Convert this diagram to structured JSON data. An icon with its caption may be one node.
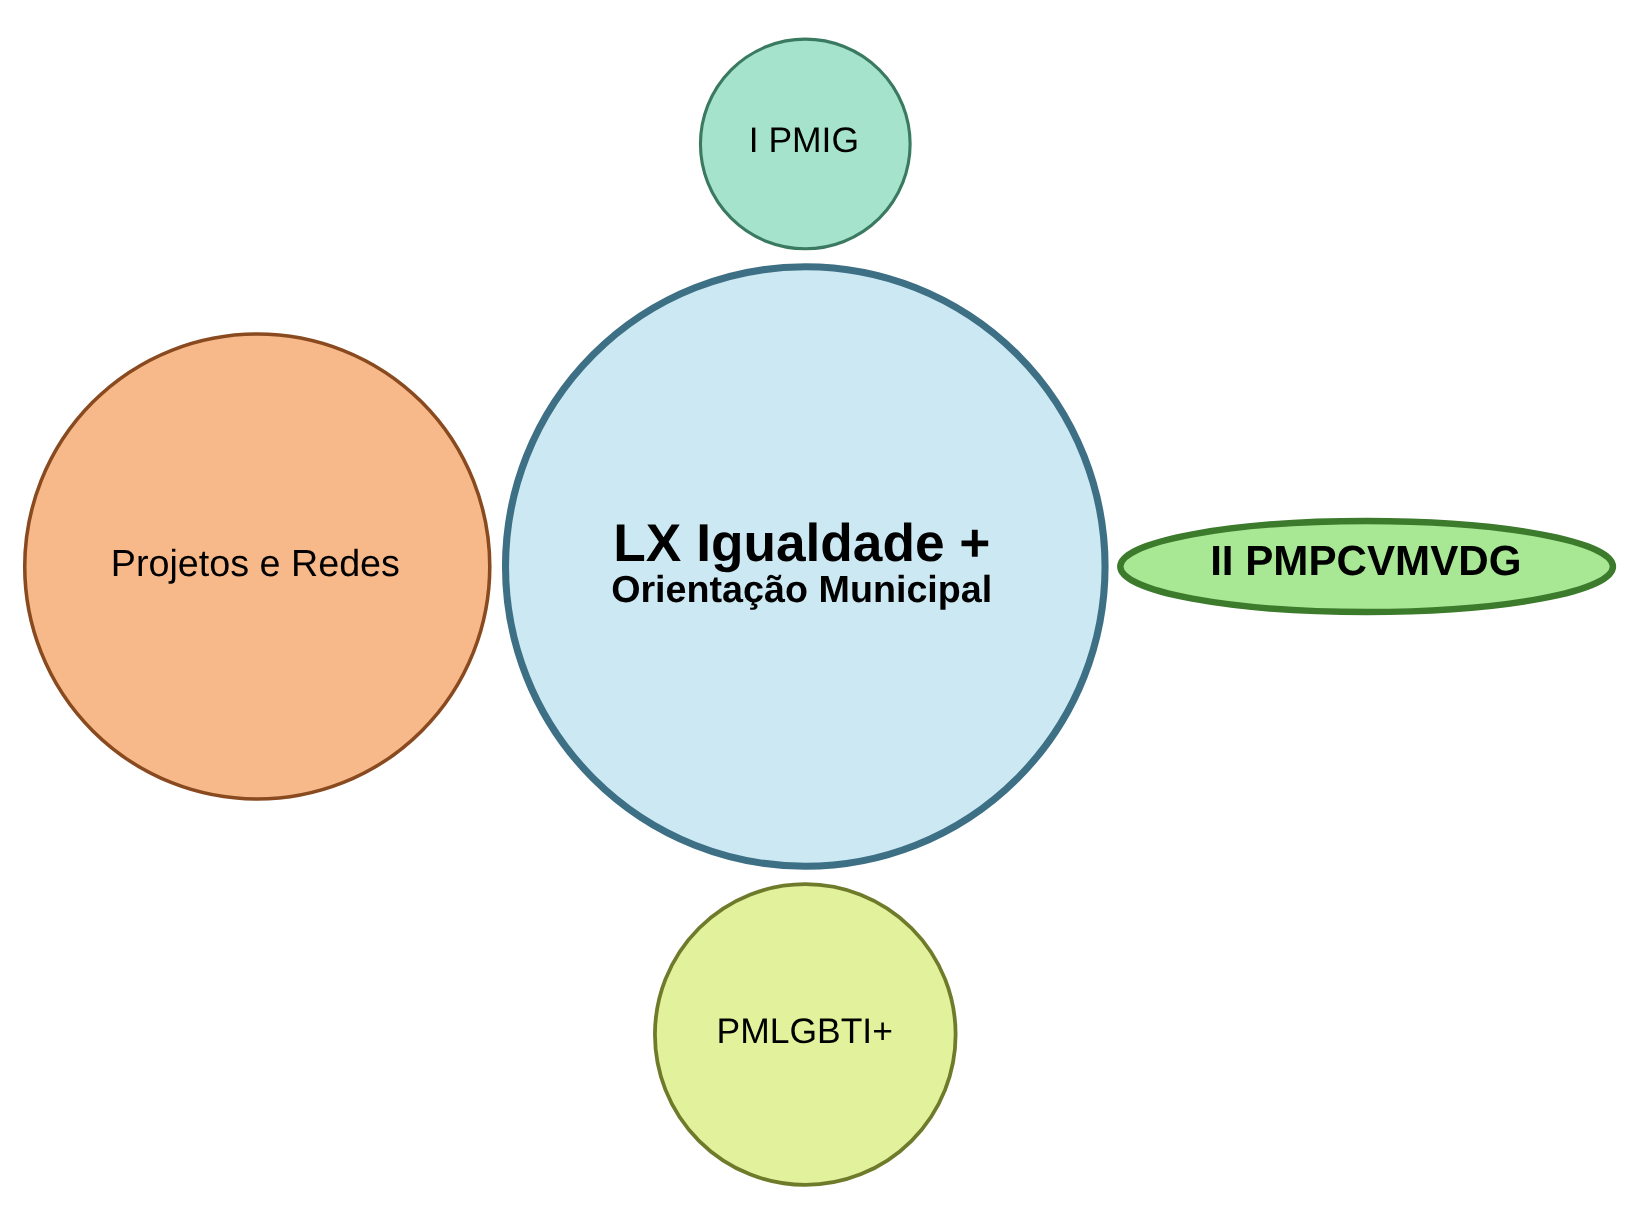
{
  "diagram": {
    "nodes": [
      {
        "text": [
          "I PMIG"
        ]
      },
      {
        "text": [
          "LX Igualdade +",
          "Orientação Municipal"
        ]
      },
      {
        "text": [
          "Projetos e Redes"
        ]
      },
      {
        "text": [
          "II PMPCVMVDG"
        ]
      },
      {
        "text": [
          "PMLGBTI+"
        ]
      }
    ]
  }
}
